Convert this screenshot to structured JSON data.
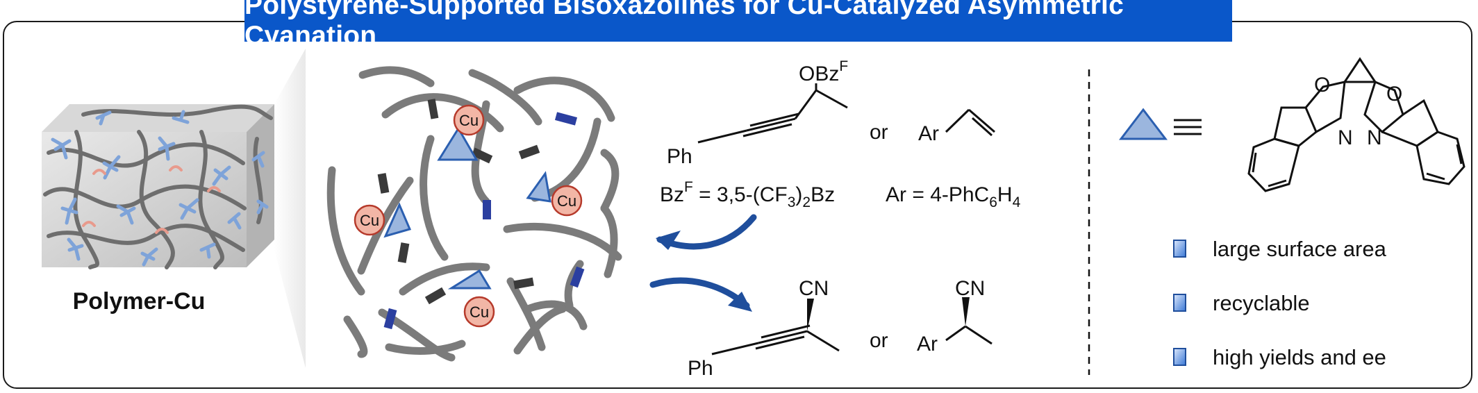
{
  "title": "Polystyrene-Supported Bisoxazolines for Cu-Catalyzed Asymmetric Cyanation",
  "polymer_label": "Polymer-Cu",
  "metal_label": "Cu",
  "substrates": {
    "propargyl_group": "OBz",
    "propargyl_group_sup": "F",
    "phenyl_label": "Ph",
    "or_label": "or",
    "aryl_label": "Ar",
    "bzf_def_prefix": "Bz",
    "bzf_def_sup": "F",
    "bzf_def_mid": " = 3,5-(CF",
    "bzf_def_sub": "3",
    "bzf_def_end": ")",
    "bzf_def_sub2": "2",
    "bzf_def_tail": "Bz",
    "ar_def_prefix": "Ar = 4-PhC",
    "ar_def_sub1": "6",
    "ar_def_mid": "H",
    "ar_def_sub2": "4"
  },
  "products": {
    "cn_label": "CN",
    "phenyl_label": "Ph",
    "or_label": "or",
    "aryl_label": "Ar"
  },
  "ligand": {
    "o_label": "O",
    "n_label": "N"
  },
  "features": [
    "large surface area",
    "recyclable",
    "high yields and ee"
  ],
  "colors": {
    "title_bg": "#0a57c9",
    "polymer_strand": "#7b7b7b",
    "triangle_fill": "#9bb6de",
    "cu_fill": "#f2b6a6",
    "arrow": "#1f4e9c",
    "linker_blue": "#2b3fa0",
    "linker_dark": "#3a3a3a"
  }
}
